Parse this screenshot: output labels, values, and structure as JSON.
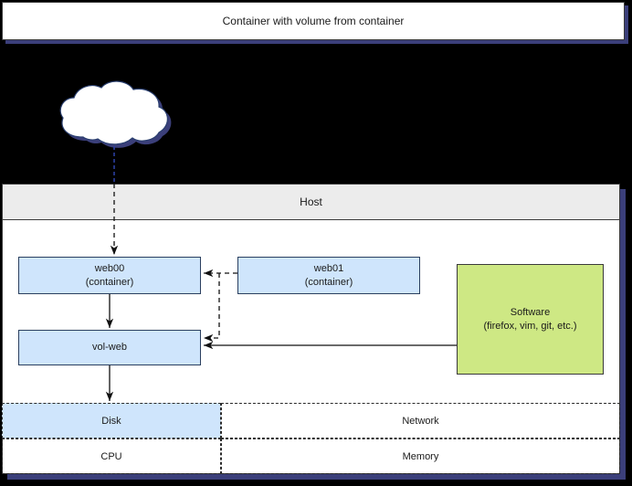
{
  "window": {
    "title": "Container with volume from container"
  },
  "host": {
    "label": "Host"
  },
  "cloud": {
    "icon": "cloud-icon"
  },
  "nodes": [
    {
      "id": "web00",
      "line1": "web00",
      "line2": "(container)",
      "color": "#cfe5fc"
    },
    {
      "id": "web01",
      "line1": "web01",
      "line2": "(container)",
      "color": "#cfe5fc"
    },
    {
      "id": "vol-web",
      "line1": "vol-web",
      "line2": "",
      "color": "#cfe5fc"
    },
    {
      "id": "software",
      "line1": "Software",
      "line2": "(firefox, vim, git, etc.)",
      "color": "#cee884"
    }
  ],
  "resources": {
    "row1": [
      {
        "id": "disk",
        "label": "Disk",
        "highlighted": true
      },
      {
        "id": "network",
        "label": "Network",
        "highlighted": false
      }
    ],
    "row2": [
      {
        "id": "cpu",
        "label": "CPU",
        "highlighted": false
      },
      {
        "id": "memory",
        "label": "Memory",
        "highlighted": false
      }
    ]
  },
  "connections": [
    {
      "from": "cloud",
      "to": "web00",
      "style": "dashed"
    },
    {
      "from": "web01",
      "to": "web00",
      "style": "dashed"
    },
    {
      "from": "web01",
      "to": "vol-web",
      "style": "dashed"
    },
    {
      "from": "web00",
      "to": "vol-web",
      "style": "solid"
    },
    {
      "from": "software",
      "to": "vol-web",
      "style": "solid"
    },
    {
      "from": "vol-web",
      "to": "disk",
      "style": "solid"
    }
  ],
  "colors": {
    "background": "#000000",
    "shadow": "#3b3f7a",
    "node_blue": "#cfe5fc",
    "node_green": "#cee884",
    "host_header": "#ececec",
    "stroke": "#2a2a2a"
  }
}
